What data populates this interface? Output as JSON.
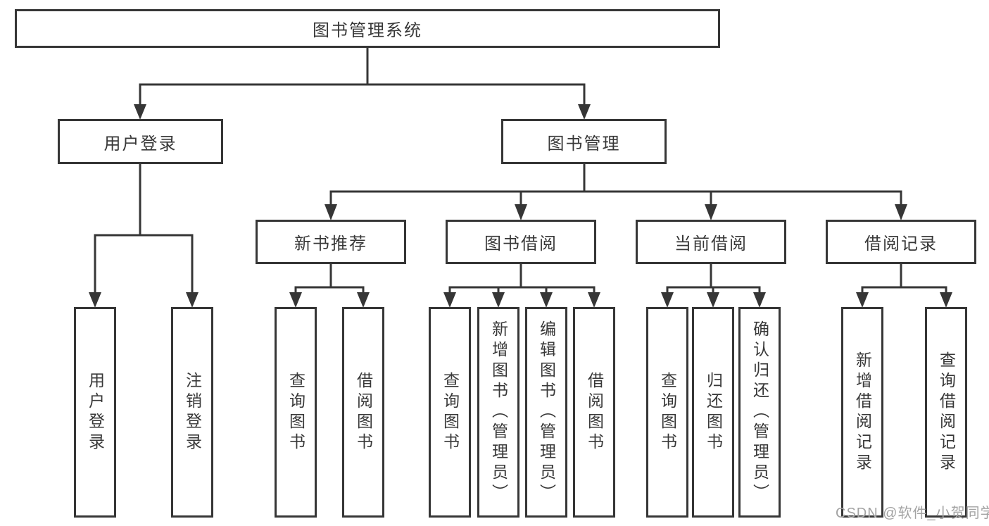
{
  "colors": {
    "line": "#363636",
    "text": "#383838",
    "watermark": "#a3a3a3",
    "background": "#ffffff"
  },
  "watermark": {
    "text": "CSDN @软件_小贺同学"
  },
  "tree": {
    "label": "图书管理系统",
    "children": [
      {
        "label": "用户登录",
        "children": [
          {
            "label": "用户登录"
          },
          {
            "label": "注销登录"
          }
        ]
      },
      {
        "label": "图书管理",
        "children": [
          {
            "label": "新书推荐",
            "children": [
              {
                "label": "查询图书"
              },
              {
                "label": "借阅图书"
              }
            ]
          },
          {
            "label": "图书借阅",
            "children": [
              {
                "label": "查询图书"
              },
              {
                "label": "新增图书（管理员）"
              },
              {
                "label": "编辑图书（管理员）"
              },
              {
                "label": "借阅图书"
              }
            ]
          },
          {
            "label": "当前借阅",
            "children": [
              {
                "label": "查询图书"
              },
              {
                "label": "归还图书"
              },
              {
                "label": "确认归还（管理员）"
              }
            ]
          },
          {
            "label": "借阅记录",
            "children": [
              {
                "label": "新增借阅记录"
              },
              {
                "label": "查询借阅记录"
              }
            ]
          }
        ]
      }
    ]
  }
}
